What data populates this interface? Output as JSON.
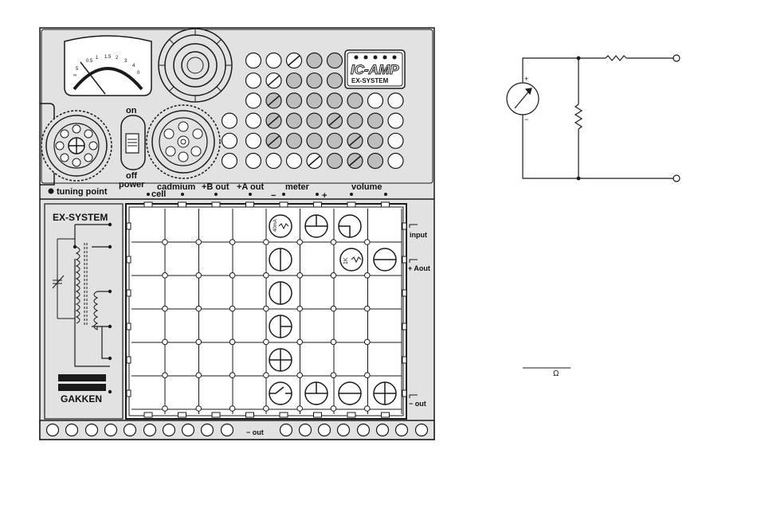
{
  "kit": {
    "labels": {
      "on": "on",
      "off": "off",
      "power": "power",
      "tuning_point": "tuning point",
      "cadmium": "cadmium",
      "cell": "cell",
      "b_out": "+B out",
      "a_out": "+A out",
      "meter": "meter",
      "meter_minus": "−",
      "meter_plus": "+",
      "volume": "volume",
      "ex_system": "EX-SYSTEM",
      "gakken": "GAKKEN",
      "input": "input",
      "plus_aout": "+ Aout",
      "minus_out_right": "− out",
      "minus_out_bottom": "− out"
    },
    "logo": {
      "line1": "IC-AMP",
      "line2": "EX-SYSTEM"
    },
    "meter_scale": [
      "∞",
      "5",
      "0.5",
      "1",
      "1.5",
      "2",
      "3",
      "4",
      "0"
    ],
    "module_labels": {
      "ma": "40mA",
      "k": "1K"
    }
  },
  "circuit": {
    "plus": "+",
    "minus": "−",
    "omega_label": "Ω"
  },
  "colors": {
    "panel": "#e2e2e2",
    "hole_gray": "#bdbdbd",
    "stroke": "#1a1a1a",
    "background": "#ffffff"
  }
}
